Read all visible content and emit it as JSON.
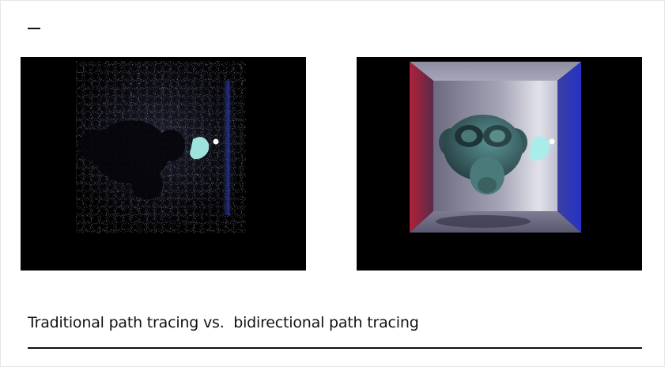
{
  "slide": {
    "caption": "Traditional path tracing vs.  bidirectional path tracing"
  },
  "images": {
    "left": {
      "depicts": "noisy-path-traced-render"
    },
    "right": {
      "depicts": "bidirectional-path-traced-render"
    }
  },
  "colors": {
    "background": "#ffffff",
    "render_background": "#000000",
    "left_wall": "#b1203a",
    "right_wall": "#2632c8",
    "back_wall": "#e9e9f0",
    "monkey": "#5bbdbd",
    "light": "#ffffff"
  }
}
